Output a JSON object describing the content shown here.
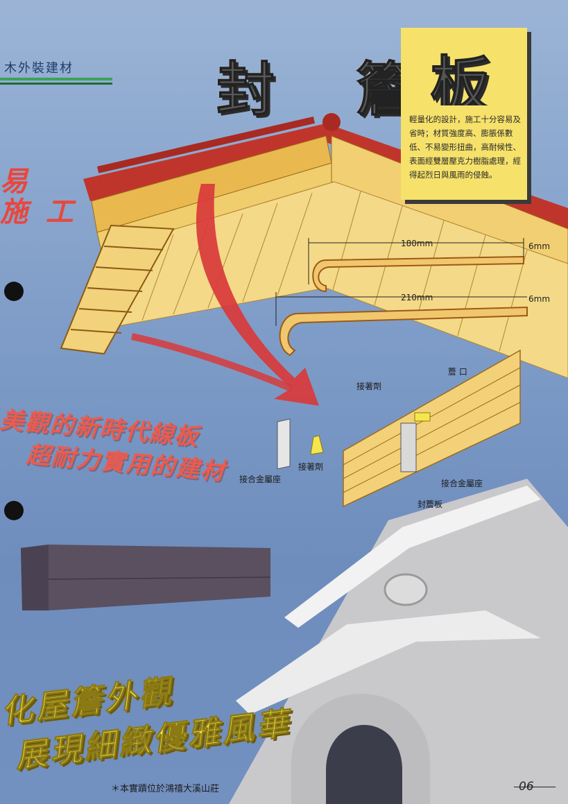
{
  "header": {
    "category": "木外裝建材",
    "title_main": "封 簷",
    "title_box_char": "板"
  },
  "description": "輕量化的設計，施工十分容易及省時；材質強度高、膨脹係數低、不易變形扭曲，高耐候性、表面經雙層壓克力樹脂處理，經得起烈日與風雨的侵蝕。",
  "left_red_text": {
    "line1": "易",
    "line2": "施 工"
  },
  "diagram": {
    "dim_top": "180mm",
    "dim_top_thick": "6mm",
    "dim_bottom": "210mm",
    "dim_bottom_thick": "6mm",
    "label_eave": "簷 口",
    "label_adhesive_top": "接著劑",
    "label_adhesive_left": "接著劑",
    "label_joint_left": "接合金屬座",
    "label_joint_right": "接合金屬座",
    "label_panel": "封簷板"
  },
  "slogan1": {
    "line1": "美觀的新時代線板",
    "line2": "超耐力實用的建材"
  },
  "slogan2": {
    "line1": "化屋簷外觀",
    "line2": "展現細緻優雅風華"
  },
  "footer": {
    "note": "＊本實蹟位於鴻禧大溪山莊",
    "page": "06"
  }
}
